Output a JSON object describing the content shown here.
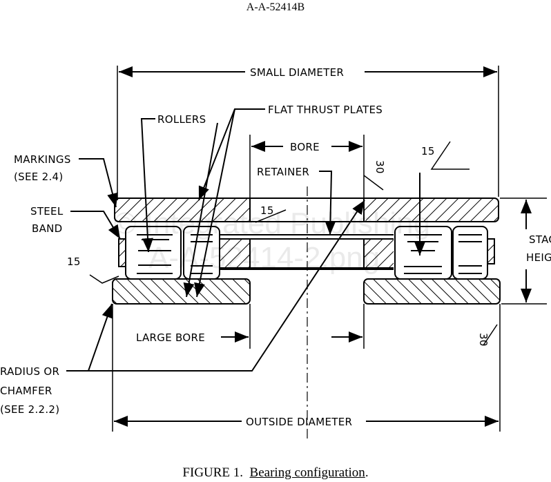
{
  "header": "A-A-52414B",
  "labels": {
    "small_diameter": "SMALL DIAMETER",
    "flat_thrust_plates": "FLAT THRUST PLATES",
    "rollers": "ROLLERS",
    "markings": "MARKINGS",
    "markings_ref": "(SEE 2.4)",
    "bore": "BORE",
    "retainer": "RETAINER",
    "angle_30_top": "30",
    "angle_15_top": "15",
    "steel": "STEEL",
    "band": "BAND",
    "angle_15_mid": "15",
    "angle_15_left": "15",
    "stack": "STACK",
    "height": "HEIGHT",
    "large_bore": "LARGE BORE",
    "angle_30_bottom": "30",
    "radius_or": "RADIUS OR",
    "chamfer": "CHAMFER",
    "chamfer_ref": "(SEE 2.2.2)",
    "outside_diameter": "OUTSIDE DIAMETER"
  },
  "watermark": [
    "© Integrated Publishing",
    "A-A-52414-2.png"
  ],
  "caption": {
    "prefix": "FIGURE 1.",
    "title": "Bearing configuration",
    "suffix": "."
  }
}
